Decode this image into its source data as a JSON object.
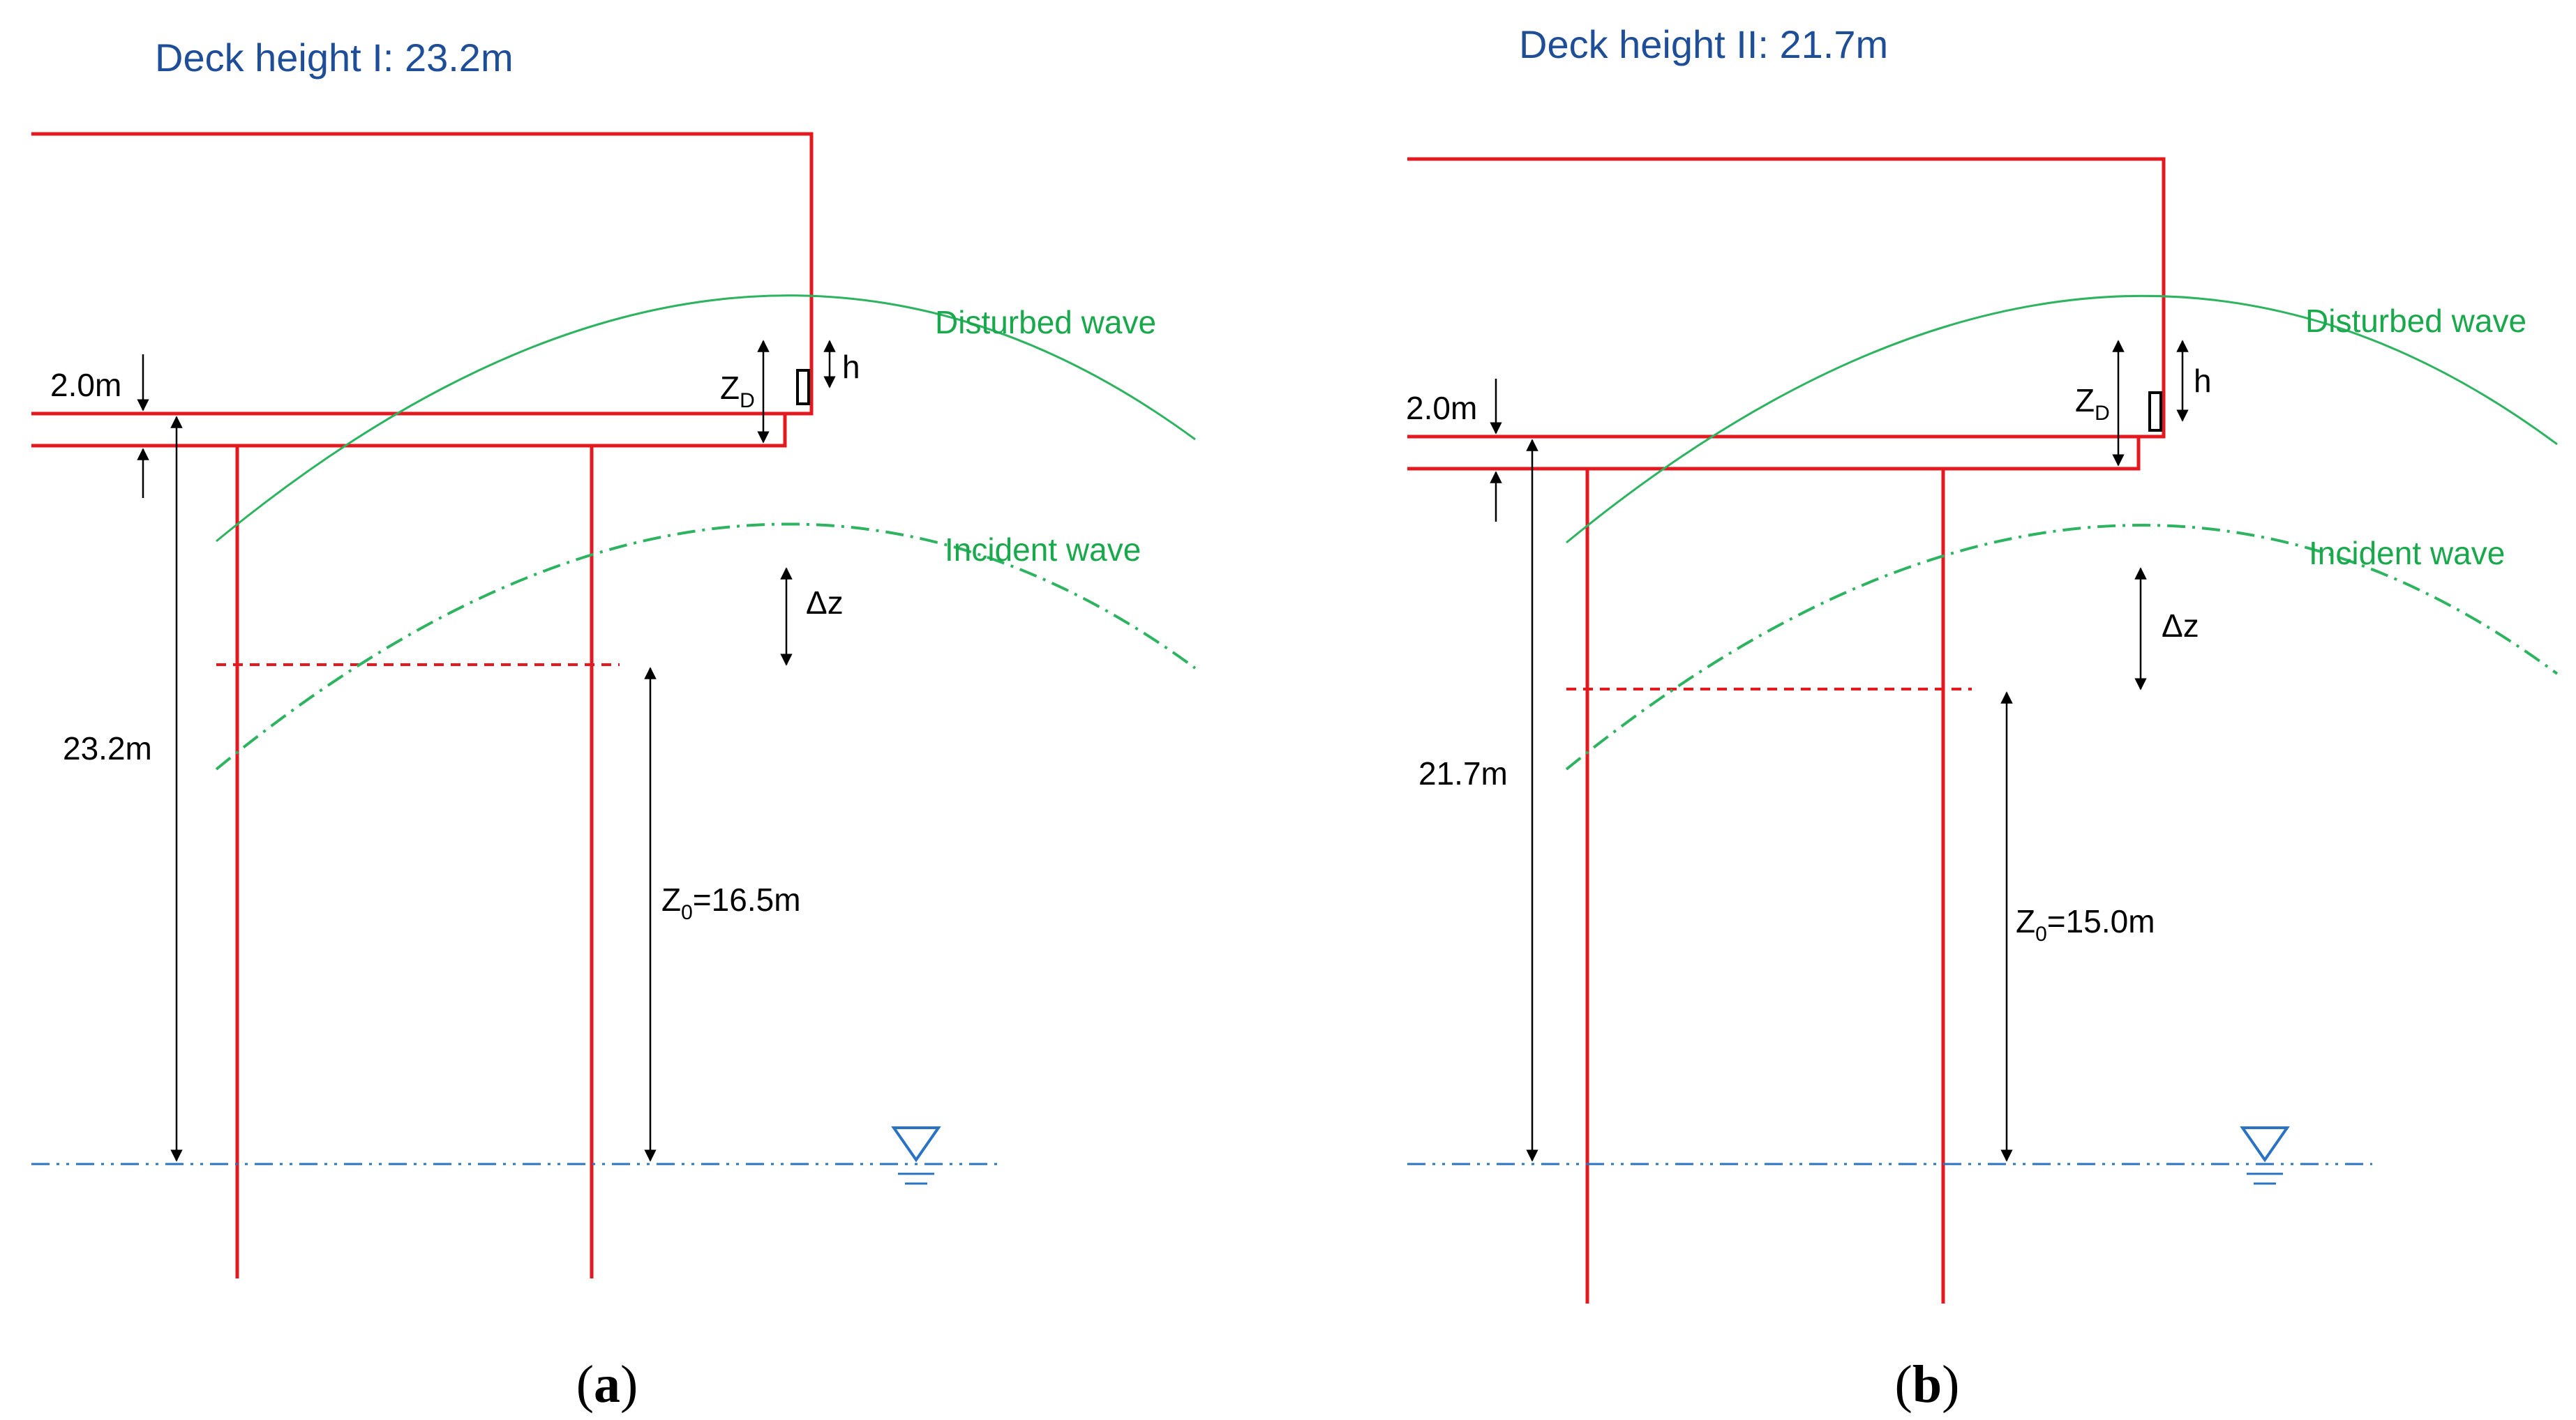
{
  "panels": [
    {
      "title": "Deck height I:  23.2m",
      "caption_letter": "a",
      "disturbed_wave_label": "Disturbed wave",
      "incident_wave_label": "Incident wave",
      "deck_thickness_label": "2.0m",
      "deck_height_label": "23.2m",
      "z0_prefix": "Z",
      "z0_sub": "0",
      "z0_value": "=16.5m",
      "zd_prefix": "Z",
      "zd_sub": "D",
      "h_label": "h",
      "dz_label": "Δz"
    },
    {
      "title": "Deck height II:  21.7m",
      "caption_letter": "b",
      "disturbed_wave_label": "Disturbed wave",
      "incident_wave_label": "Incident wave",
      "deck_thickness_label": "2.0m",
      "deck_height_label": "21.7m",
      "z0_prefix": "Z",
      "z0_sub": "0",
      "z0_value": "=15.0m",
      "zd_prefix": "Z",
      "zd_sub": "D",
      "h_label": "h",
      "dz_label": "Δz"
    }
  ],
  "colors": {
    "structure": "#e3191f",
    "waves": "#2eb360",
    "water_level": "#2a73c2",
    "titles": "#1f4e99"
  }
}
